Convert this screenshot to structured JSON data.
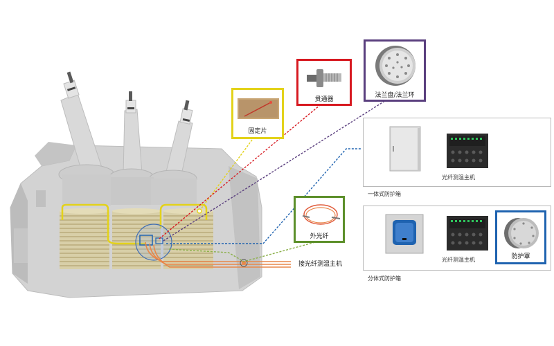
{
  "colors": {
    "yellow": "#e3d21a",
    "red": "#d71920",
    "purple": "#5a3f7e",
    "green": "#5c8f2a",
    "blue": "#1f63b0",
    "panel_border": "#b8b8b8",
    "transformer": "#c9c9c9",
    "coil": "#d8cfa8",
    "fiber_orange": "#e8874a"
  },
  "parts": {
    "fixing_piece": "固定片",
    "feedthrough": "贯通器",
    "flange": "法兰盘/法兰环",
    "outer_fiber": "外光纤",
    "to_host": "接光纤测温主机"
  },
  "integrated_panel": {
    "device_label": "光纤测温主机",
    "caption": "一体式防护箱"
  },
  "split_panel": {
    "device_label": "光纤测温主机",
    "cover_label": "防护罩",
    "caption": "分体式防护箱"
  }
}
